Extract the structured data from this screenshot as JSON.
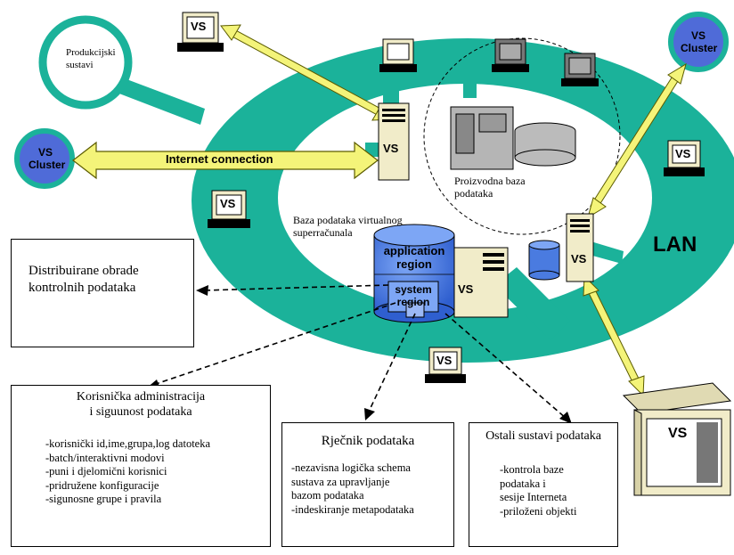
{
  "labels": {
    "produkcijski": [
      "Produkcijski",
      "sustavi"
    ],
    "vs": "VS",
    "vs_cluster": [
      "VS",
      "Cluster"
    ],
    "internet_connection": "Internet connection",
    "proizvodna_baza": [
      "Proizvodna baza",
      "podataka"
    ],
    "baza_virtualnog": [
      "Baza podataka virtualnog",
      "superračunala"
    ],
    "application_region": [
      "application",
      "region"
    ],
    "system_region": [
      "system",
      "region"
    ],
    "lan": "LAN"
  },
  "boxes": {
    "distribuirane": {
      "title": [
        "Distribuirane obrade",
        "kontrolnih podataka"
      ]
    },
    "korisnicka": {
      "title": [
        "Korisnička administracija",
        "i siguunost podataka"
      ],
      "items": [
        "-korisnički id,ime,grupa,log datoteka",
        "-batch/interaktivni modovi",
        "-puni i djelomični korisnici",
        "-pridružene konfiguracije",
        "-sigunosne grupe i pravila"
      ]
    },
    "rjecnik": {
      "title": [
        "Rječnik podataka"
      ],
      "items": [
        "-nezavisna logička schema",
        "sustava za upravljanje",
        "bazom podataka",
        "-indeskiranje metapodataka"
      ]
    },
    "ostali": {
      "title": [
        "Ostali sustavi podataka"
      ],
      "items": [
        "-kontrola baze",
        "podataka i",
        "sesije Interneta",
        "-priloženi objekti"
      ]
    }
  },
  "colors": {
    "ring": "#1bb29a",
    "arrow_fill": "#f4f479",
    "arrow_stroke": "#5c5c00",
    "cluster_blue": "#4f6bd8",
    "db_blue": "#4a7be0",
    "terminal_beige": "#f1ecc9"
  }
}
